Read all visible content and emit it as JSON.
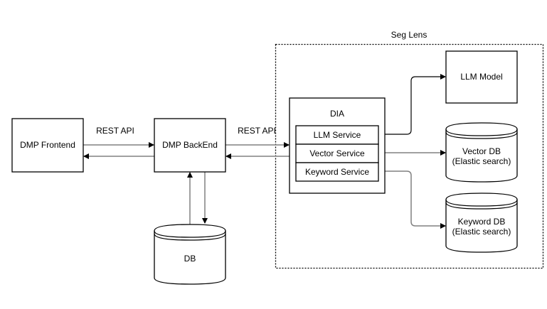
{
  "group": {
    "label": "Seg Lens"
  },
  "nodes": {
    "frontend": "DMP Frontend",
    "backend": "DMP BackEnd",
    "db": "DB",
    "dia": "DIA",
    "llm_service": "LLM Service",
    "vector_service": "Vector Service",
    "keyword_service": "Keyword Service",
    "llm_model": "LLM Model",
    "vector_db": [
      "Vector DB",
      "(Elastic search)"
    ],
    "keyword_db": [
      "Keyword DB",
      "(Elastic search)"
    ]
  },
  "edges": {
    "frontend_backend": "REST API",
    "backend_dia": "REST API"
  },
  "colors": {
    "stroke": "#000000",
    "edge": "#808080"
  }
}
